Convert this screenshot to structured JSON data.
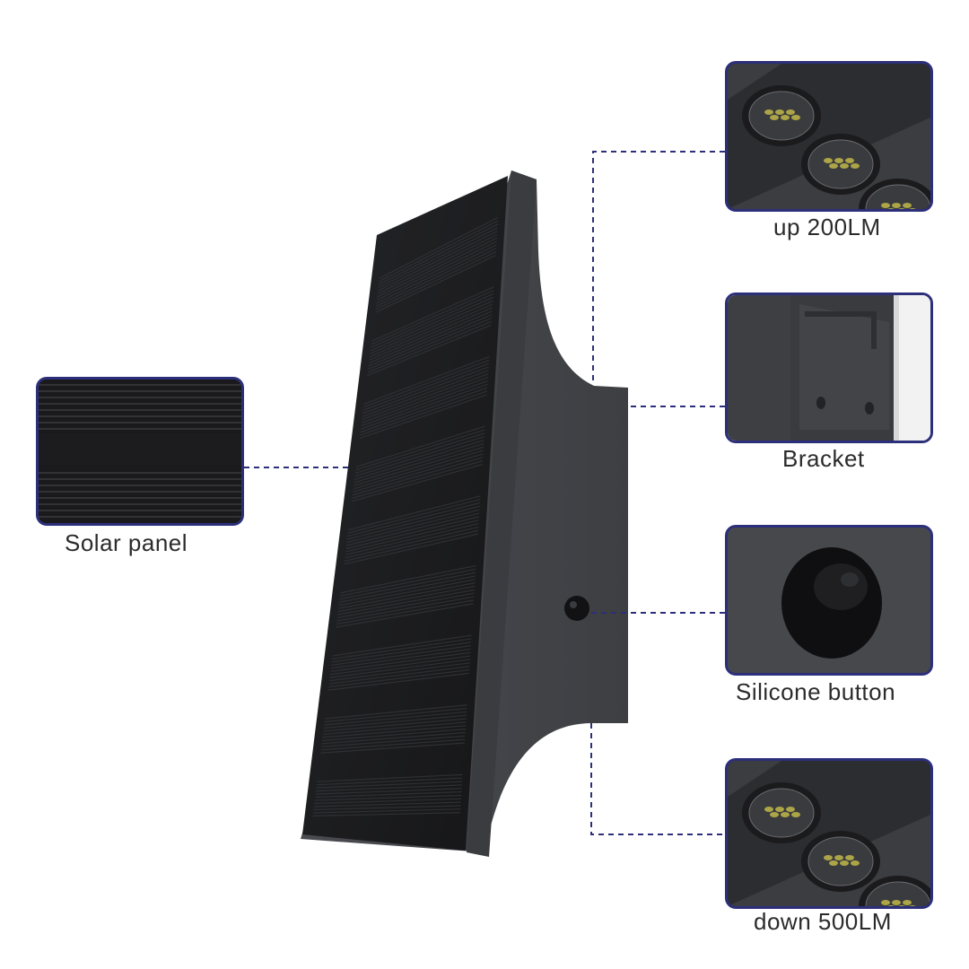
{
  "callouts": {
    "solar_panel": {
      "label": "Solar panel"
    },
    "up": {
      "label": "up 200LM"
    },
    "bracket": {
      "label": "Bracket"
    },
    "button": {
      "label": "Silicone button"
    },
    "down": {
      "label": "down 500LM"
    }
  },
  "colors": {
    "frame_border": "#2c2f7a",
    "leader_line": "#2c2f7a",
    "housing": "#47484c",
    "panel": "#1c1c1e",
    "label_text": "#2b2b2b"
  }
}
